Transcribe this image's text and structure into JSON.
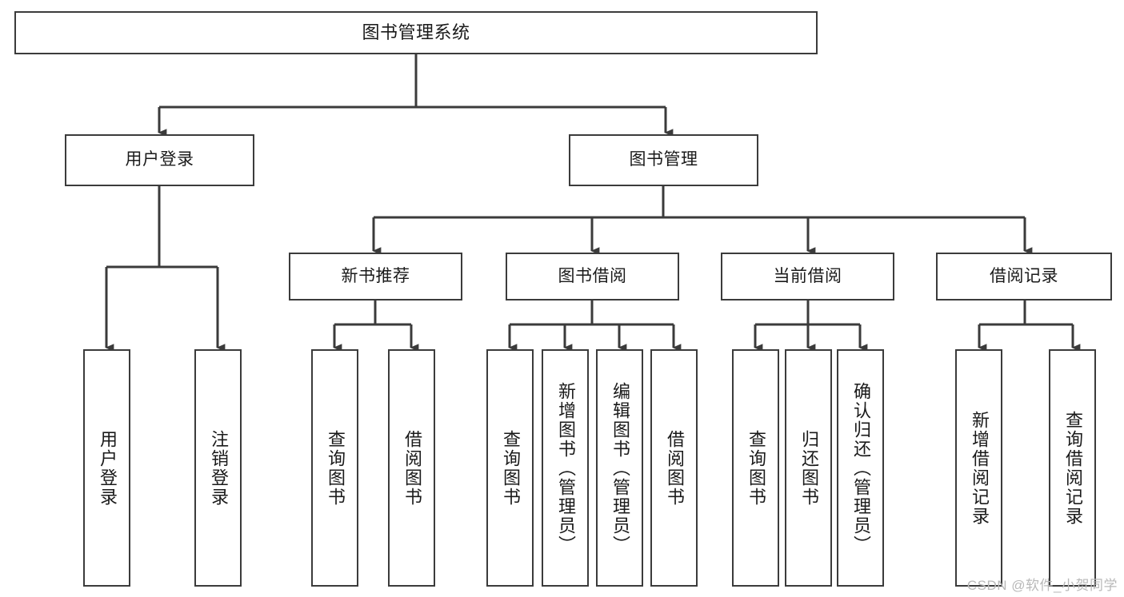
{
  "diagram": {
    "title": "图书管理系统",
    "type": "tree-hierarchy",
    "watermark": "CSDN @软件_小贺同学",
    "colors": {
      "box_border": "#3b3b3b",
      "box_fill": "#ffffff",
      "connector": "#3b3b3b",
      "text": "#1a1a1a",
      "watermark": "#b9b9b9"
    },
    "nodes": {
      "root": {
        "label": "图书管理系统"
      },
      "level2": [
        {
          "id": "user-login",
          "label": "用户登录"
        },
        {
          "id": "book-manage",
          "label": "图书管理"
        }
      ],
      "level3": [
        {
          "id": "new-book-recommend",
          "label": "新书推荐"
        },
        {
          "id": "book-borrow",
          "label": "图书借阅"
        },
        {
          "id": "current-borrow",
          "label": "当前借阅"
        },
        {
          "id": "borrow-record",
          "label": "借阅记录"
        }
      ],
      "leaves": {
        "user_login": [
          {
            "id": "leaf-user-login",
            "label": "用户登录"
          },
          {
            "id": "leaf-logout-login",
            "label": "注销登录"
          }
        ],
        "new_book_recommend": [
          {
            "id": "leaf-query-book-1",
            "label": "查询图书"
          },
          {
            "id": "leaf-borrow-book-1",
            "label": "借阅图书"
          }
        ],
        "book_borrow": [
          {
            "id": "leaf-query-book-2",
            "label": "查询图书"
          },
          {
            "id": "leaf-add-book",
            "label": "新增图书（管理员）"
          },
          {
            "id": "leaf-edit-book",
            "label": "编辑图书（管理员）"
          },
          {
            "id": "leaf-borrow-book-2",
            "label": "借阅图书"
          }
        ],
        "current_borrow": [
          {
            "id": "leaf-query-book-3",
            "label": "查询图书"
          },
          {
            "id": "leaf-return-book",
            "label": "归还图书"
          },
          {
            "id": "leaf-confirm-return",
            "label": "确认归还（管理员）"
          }
        ],
        "borrow_record": [
          {
            "id": "leaf-add-record",
            "label": "新增借阅记录"
          },
          {
            "id": "leaf-query-record",
            "label": "查询借阅记录"
          }
        ]
      }
    }
  }
}
